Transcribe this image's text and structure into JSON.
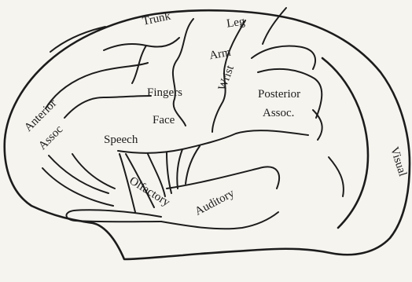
{
  "labels": {
    "trunk": "Trunk",
    "leg": "Leg",
    "arm": "Arm",
    "wrist": "Wrist",
    "fingers": "Fingers",
    "face": "Face",
    "posterior": "Posterior",
    "assoc_posterior": "Assoc.",
    "anterior": "Anterior",
    "assoc_anterior": "Assoc",
    "speech": "Speech",
    "olfactory": "Olfactory",
    "auditory": "Auditory",
    "visual": "Visual"
  },
  "colors": {
    "background": "#f6f4ef",
    "ink": "#1c1c1c"
  }
}
